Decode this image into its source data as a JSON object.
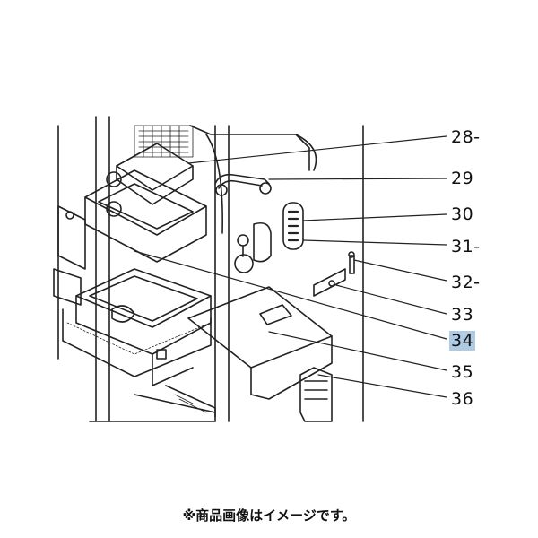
{
  "diagram": {
    "callouts": [
      {
        "label": "28-"
      },
      {
        "label": "29"
      },
      {
        "label": "30"
      },
      {
        "label": "31-"
      },
      {
        "label": "32-"
      },
      {
        "label": "33"
      },
      {
        "label": "34",
        "highlighted": true
      },
      {
        "label": "35"
      },
      {
        "label": "36"
      }
    ],
    "highlight_color": "#aecbe3"
  },
  "footer": {
    "note": "※商品画像はイメージです。"
  }
}
